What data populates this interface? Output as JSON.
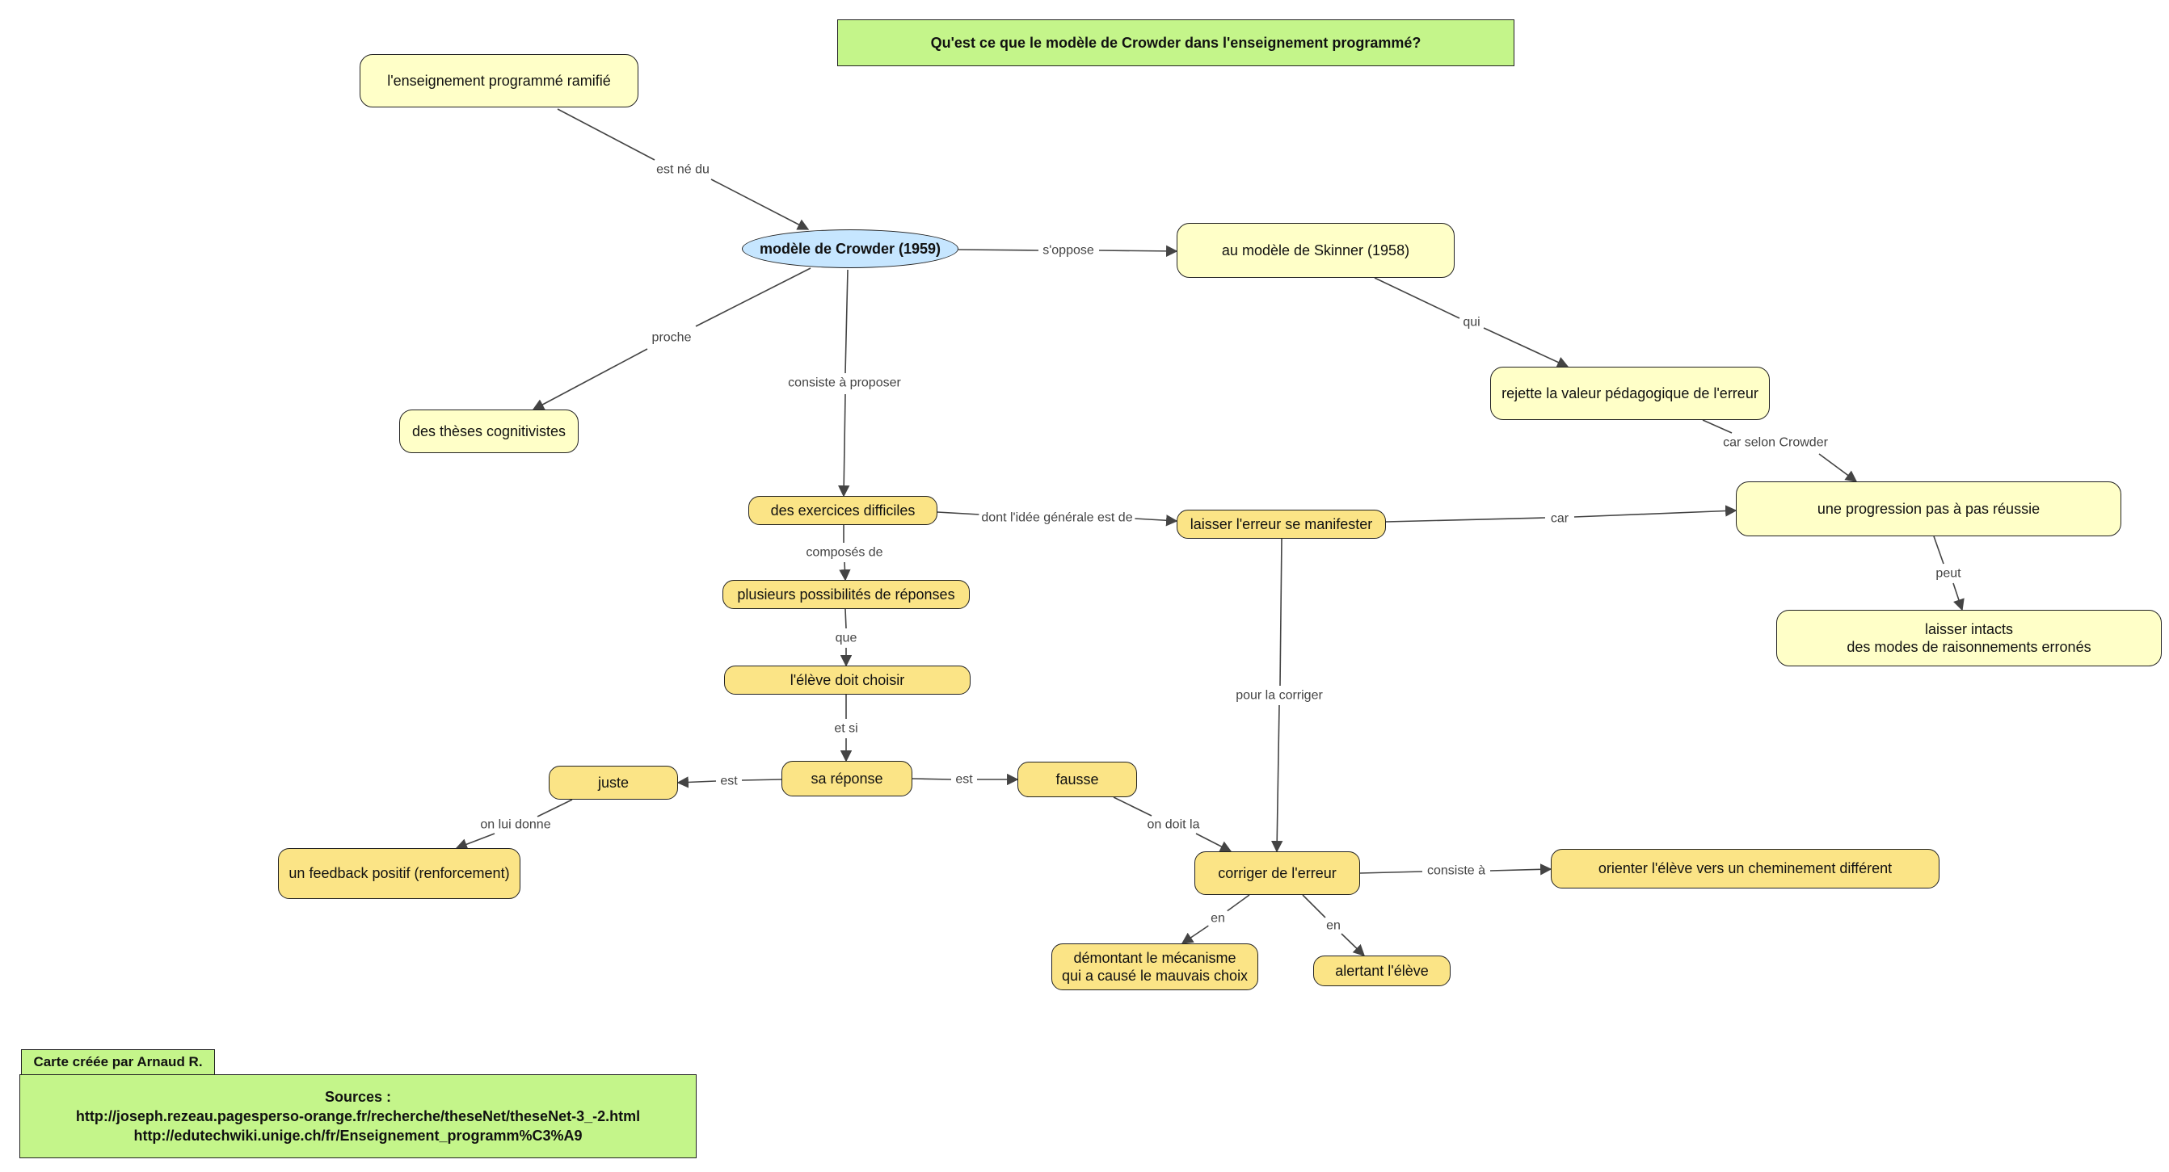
{
  "title": "Qu'est ce que le modèle de Crowder dans l'enseignement programmé?",
  "credit": "Carte créée par Arnaud R.",
  "sources": "Sources :\nhttp://joseph.rezeau.pagesperso-orange.fr/recherche/theseNet/theseNet-3_-2.html\nhttp://edutechwiki.unige.ch/fr/Enseignement_programm%C3%A9",
  "nodes": {
    "ens_ramifie": "l'enseignement programmé ramifié",
    "crowder": "modèle de Crowder (1959)",
    "skinner": "au modèle de Skinner (1958)",
    "theses": "des thèses cognitivistes",
    "rejette": "rejette la valeur pédagogique de l'erreur",
    "exercices": "des exercices difficiles",
    "laisser_erreur": "laisser l'erreur se manifester",
    "progression": "une progression pas à pas réussie",
    "possibilites": "plusieurs possibilités de réponses",
    "laisser_intacts": "laisser intacts\ndes modes de raisonnements erronés",
    "eleve_choisir": "l'élève doit choisir",
    "sa_reponse": "sa réponse",
    "juste": "juste",
    "fausse": "fausse",
    "feedback": "un feedback positif (renforcement)",
    "corriger": "corriger de l'erreur",
    "orienter": "orienter l'élève vers un cheminement différent",
    "demontant": "démontant le mécanisme\nqui a causé le mauvais choix",
    "alertant": "alertant l'élève"
  },
  "links": {
    "est_ne_du": "est né du",
    "s_oppose": "s'oppose",
    "proche": "proche",
    "consiste_proposer": "consiste à proposer",
    "qui": "qui",
    "car_selon": "car selon Crowder",
    "dont_idee": "dont l'idée générale est de",
    "car": "car",
    "composes_de": "composés de",
    "peut": "peut",
    "que": "que",
    "pour_corriger": "pour la corriger",
    "et_si": "et si",
    "est_juste": "est",
    "est_fausse": "est",
    "on_lui_donne": "on lui donne",
    "on_doit_la": "on doit la",
    "consiste_a": "consiste à",
    "en_1": "en",
    "en_2": "en"
  },
  "colors": {
    "concept_light": "#ffffc8",
    "concept_gold": "#fbe486",
    "central": "#c6e6ff",
    "title_box": "#c4f58a",
    "edge": "#444444"
  }
}
